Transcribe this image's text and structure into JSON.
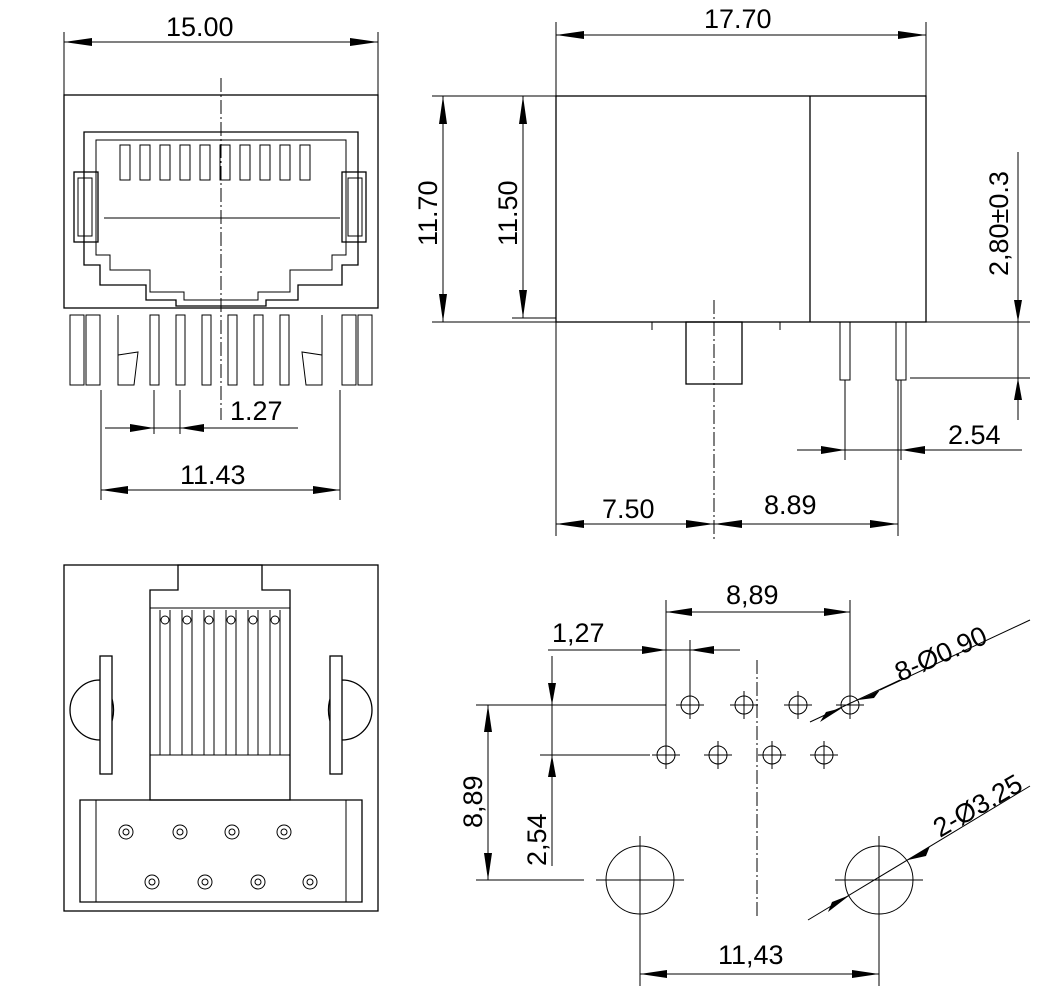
{
  "drawing": {
    "front_view": {
      "width_label": "15.00",
      "pitch_label": "1.27",
      "span_label": "11.43"
    },
    "side_view": {
      "length_label": "17.70",
      "height_label": "11.70",
      "inner_height_label": "11.50",
      "pin_length_label": "2,80±0.3",
      "pin_pitch_label": "2.54",
      "front_offset_label": "7.50",
      "pin_offset_label": "8.89"
    },
    "footprint": {
      "pin_span_label": "8,89",
      "pin_pitch_label": "1,27",
      "pin_hole_label": "8-Ø0.90",
      "row_offset_label": "8,89",
      "row_pitch_label": "2,54",
      "mount_hole_label": "2-Ø3.25",
      "mount_span_label": "11,43"
    }
  }
}
